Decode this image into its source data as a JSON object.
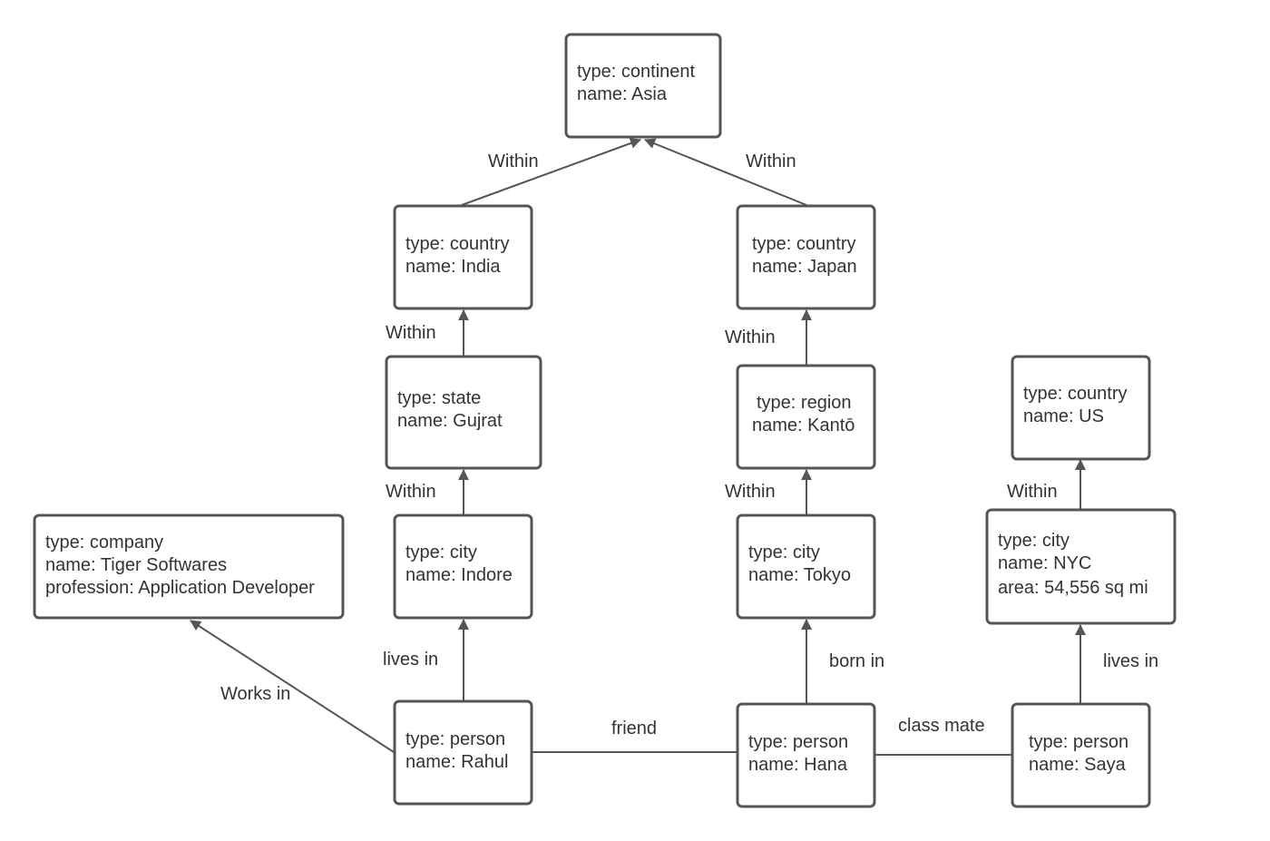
{
  "colors": {
    "border": "#555555",
    "text": "#333333",
    "background": "#ffffff"
  },
  "nodes": {
    "asia": {
      "lines": [
        "type: continent",
        "name: Asia"
      ]
    },
    "india": {
      "lines": [
        "type: country",
        "name: India"
      ]
    },
    "japan": {
      "lines": [
        "type: country",
        "name: Japan"
      ]
    },
    "gujrat": {
      "lines": [
        "type: state",
        "name: Gujrat"
      ]
    },
    "kanto": {
      "lines": [
        "type: region",
        "name: Kantō"
      ]
    },
    "us": {
      "lines": [
        "type: country",
        "name: US"
      ]
    },
    "company": {
      "lines": [
        "type: company",
        "name: Tiger Softwares",
        "profession: Application Developer"
      ]
    },
    "indore": {
      "lines": [
        "type: city",
        "name: Indore"
      ]
    },
    "tokyo": {
      "lines": [
        "type: city",
        "name: Tokyo"
      ]
    },
    "nyc": {
      "lines": [
        "type: city",
        "name: NYC",
        "area: 54,556 sq mi"
      ]
    },
    "rahul": {
      "lines": [
        "type: person",
        "name: Rahul"
      ]
    },
    "hana": {
      "lines": [
        "type: person",
        "name: Hana"
      ]
    },
    "saya": {
      "lines": [
        "type: person",
        "name: Saya"
      ]
    }
  },
  "edges": {
    "india_asia": {
      "label": "Within"
    },
    "japan_asia": {
      "label": "Within"
    },
    "gujrat_india": {
      "label": "Within"
    },
    "kanto_japan": {
      "label": "Within"
    },
    "indore_gujrat": {
      "label": "Within"
    },
    "tokyo_kanto": {
      "label": "Within"
    },
    "nyc_us": {
      "label": "Within"
    },
    "rahul_company": {
      "label": "Works in"
    },
    "rahul_indore": {
      "label": "lives in"
    },
    "hana_tokyo": {
      "label": "born in"
    },
    "saya_nyc": {
      "label": "lives in"
    },
    "rahul_hana": {
      "label": "friend"
    },
    "hana_saya": {
      "label": "class mate"
    }
  }
}
